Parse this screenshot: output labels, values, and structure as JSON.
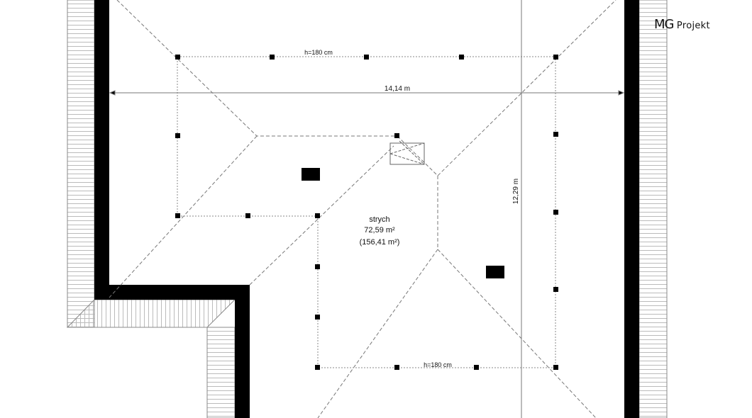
{
  "logo": {
    "brand": "MG",
    "name": "Projekt"
  },
  "plan": {
    "room_name": "strych",
    "room_area": "72,59 m²",
    "room_area_total": "(156,41 m²)",
    "width_dimension": "14,14 m",
    "depth_dimension": "12,29 m",
    "height_line_top": "h=180 cm",
    "height_line_bottom": "h=180 cm"
  }
}
